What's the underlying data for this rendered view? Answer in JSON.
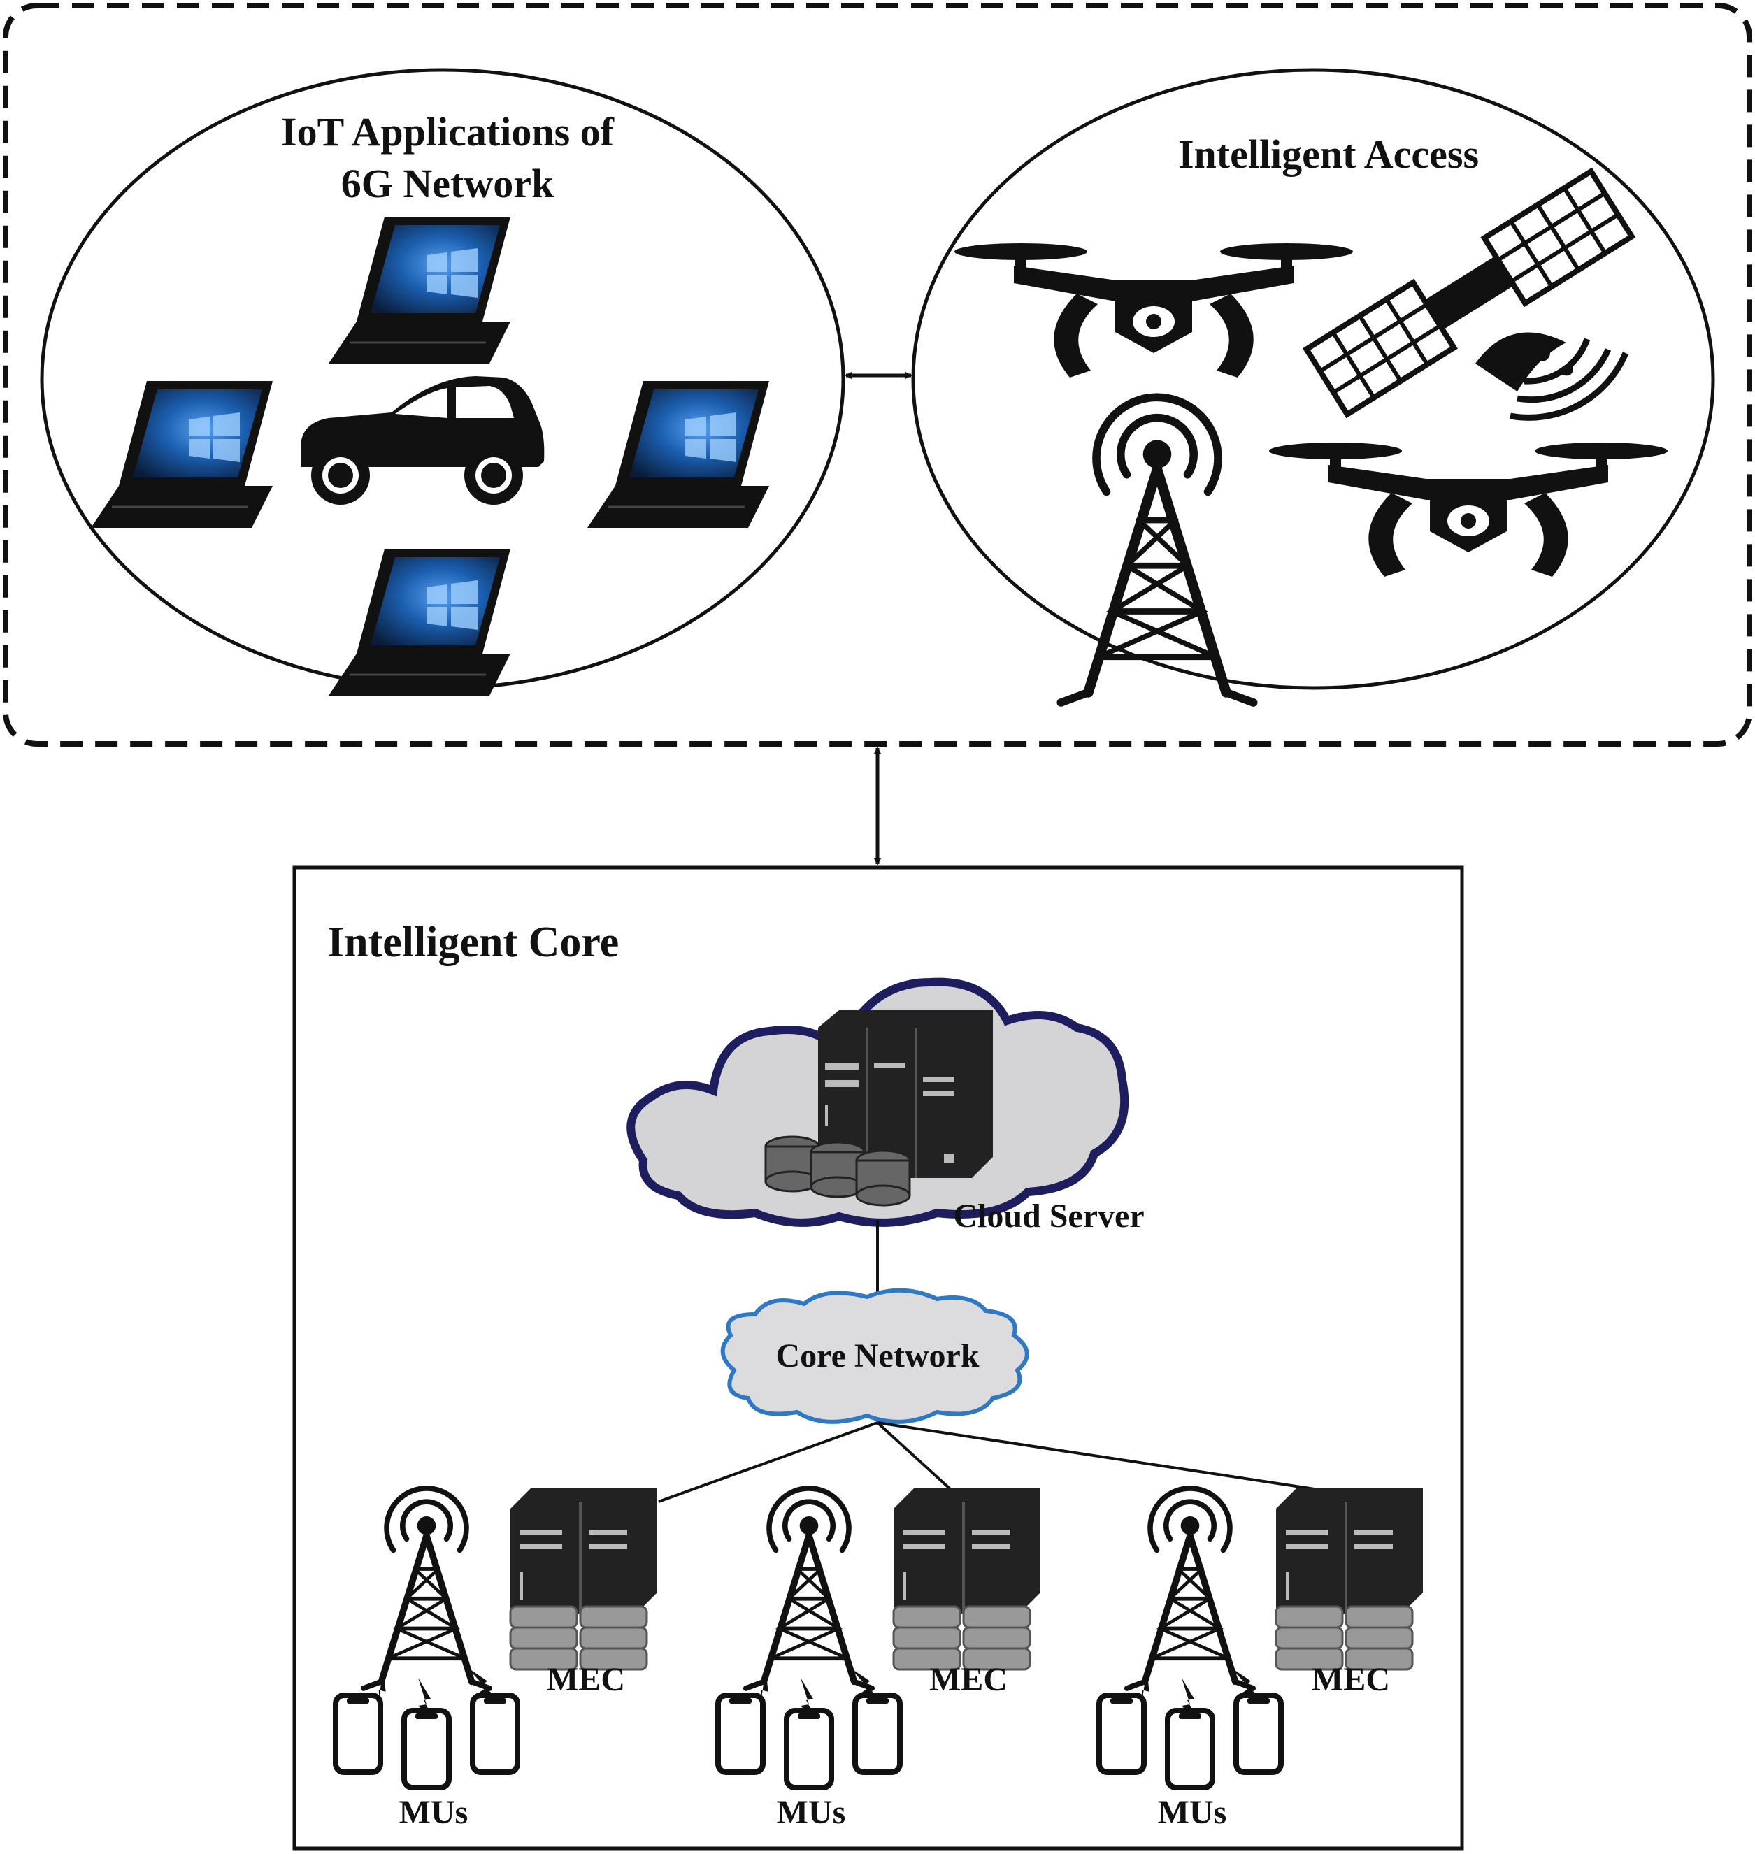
{
  "iot": {
    "title_line1": "IoT Applications of",
    "title_line2": "6G Network"
  },
  "access": {
    "title": "Intelligent Access"
  },
  "core": {
    "title": "Intelligent Core"
  },
  "cloud": {
    "label": "Cloud Server"
  },
  "network": {
    "label": "Core Network"
  },
  "edge_groups": [
    {
      "mec_label": "MEC",
      "mu_label": "MUs"
    },
    {
      "mec_label": "MEC",
      "mu_label": "MUs"
    },
    {
      "mec_label": "MEC",
      "mu_label": "MUs"
    }
  ],
  "colors": {
    "cloud_fill": "#d4d4d6",
    "cloud_stroke": "#1e1e5e",
    "core_network_stroke": "#2f78c4",
    "icon": "#111111",
    "screen_blue": "#1b5fb0"
  }
}
